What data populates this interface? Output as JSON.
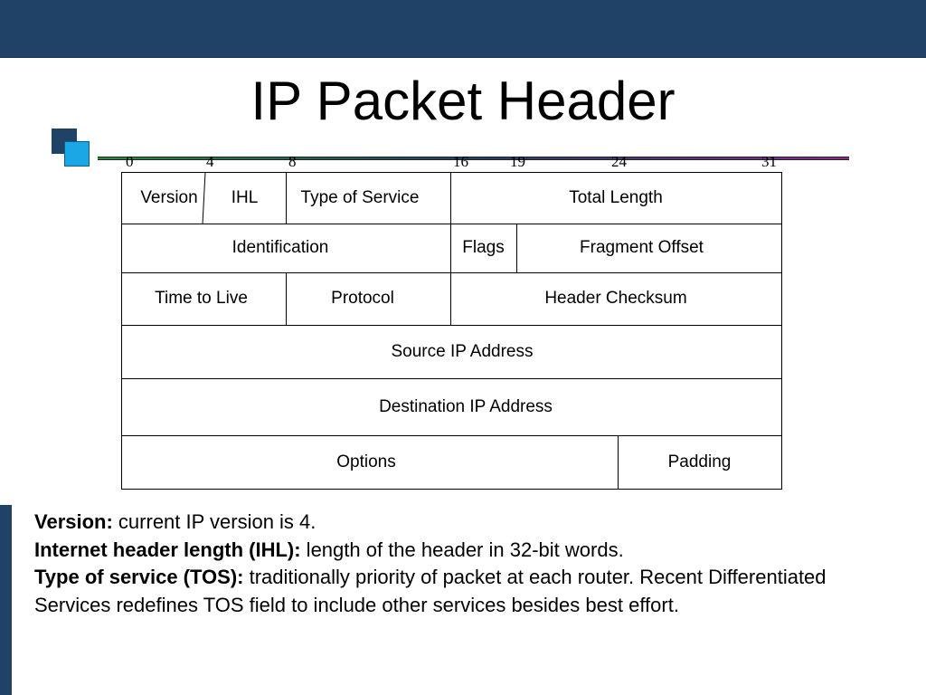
{
  "slide": {
    "title": "IP Packet Header",
    "colors": {
      "banner": "#1f4266",
      "accent_light": "#1ba7e6",
      "rule_start": "#2f8a3a",
      "rule_end": "#8c2a8e"
    }
  },
  "diagram": {
    "bit_labels": [
      "0",
      "4",
      "8",
      "16",
      "19",
      "24",
      "31"
    ],
    "rows": [
      {
        "fields": [
          "Version",
          "IHL",
          "Type of Service",
          "Total Length"
        ]
      },
      {
        "fields": [
          "Identification",
          "Flags",
          "Fragment Offset"
        ]
      },
      {
        "fields": [
          "Time to Live",
          "Protocol",
          "Header Checksum"
        ]
      },
      {
        "fields": [
          "Source IP Address"
        ]
      },
      {
        "fields": [
          "Destination IP Address"
        ]
      },
      {
        "fields": [
          "Options",
          "Padding"
        ]
      }
    ]
  },
  "notes": [
    {
      "term": "Version:",
      "text": " current IP version is 4."
    },
    {
      "term": "Internet header length (IHL):",
      "text": " length of the header in 32-bit words."
    },
    {
      "term": "Type of service (TOS):",
      "text": " traditionally priority of packet at each router. Recent Differentiated Services redefines TOS field to include other services besides best effort."
    }
  ]
}
